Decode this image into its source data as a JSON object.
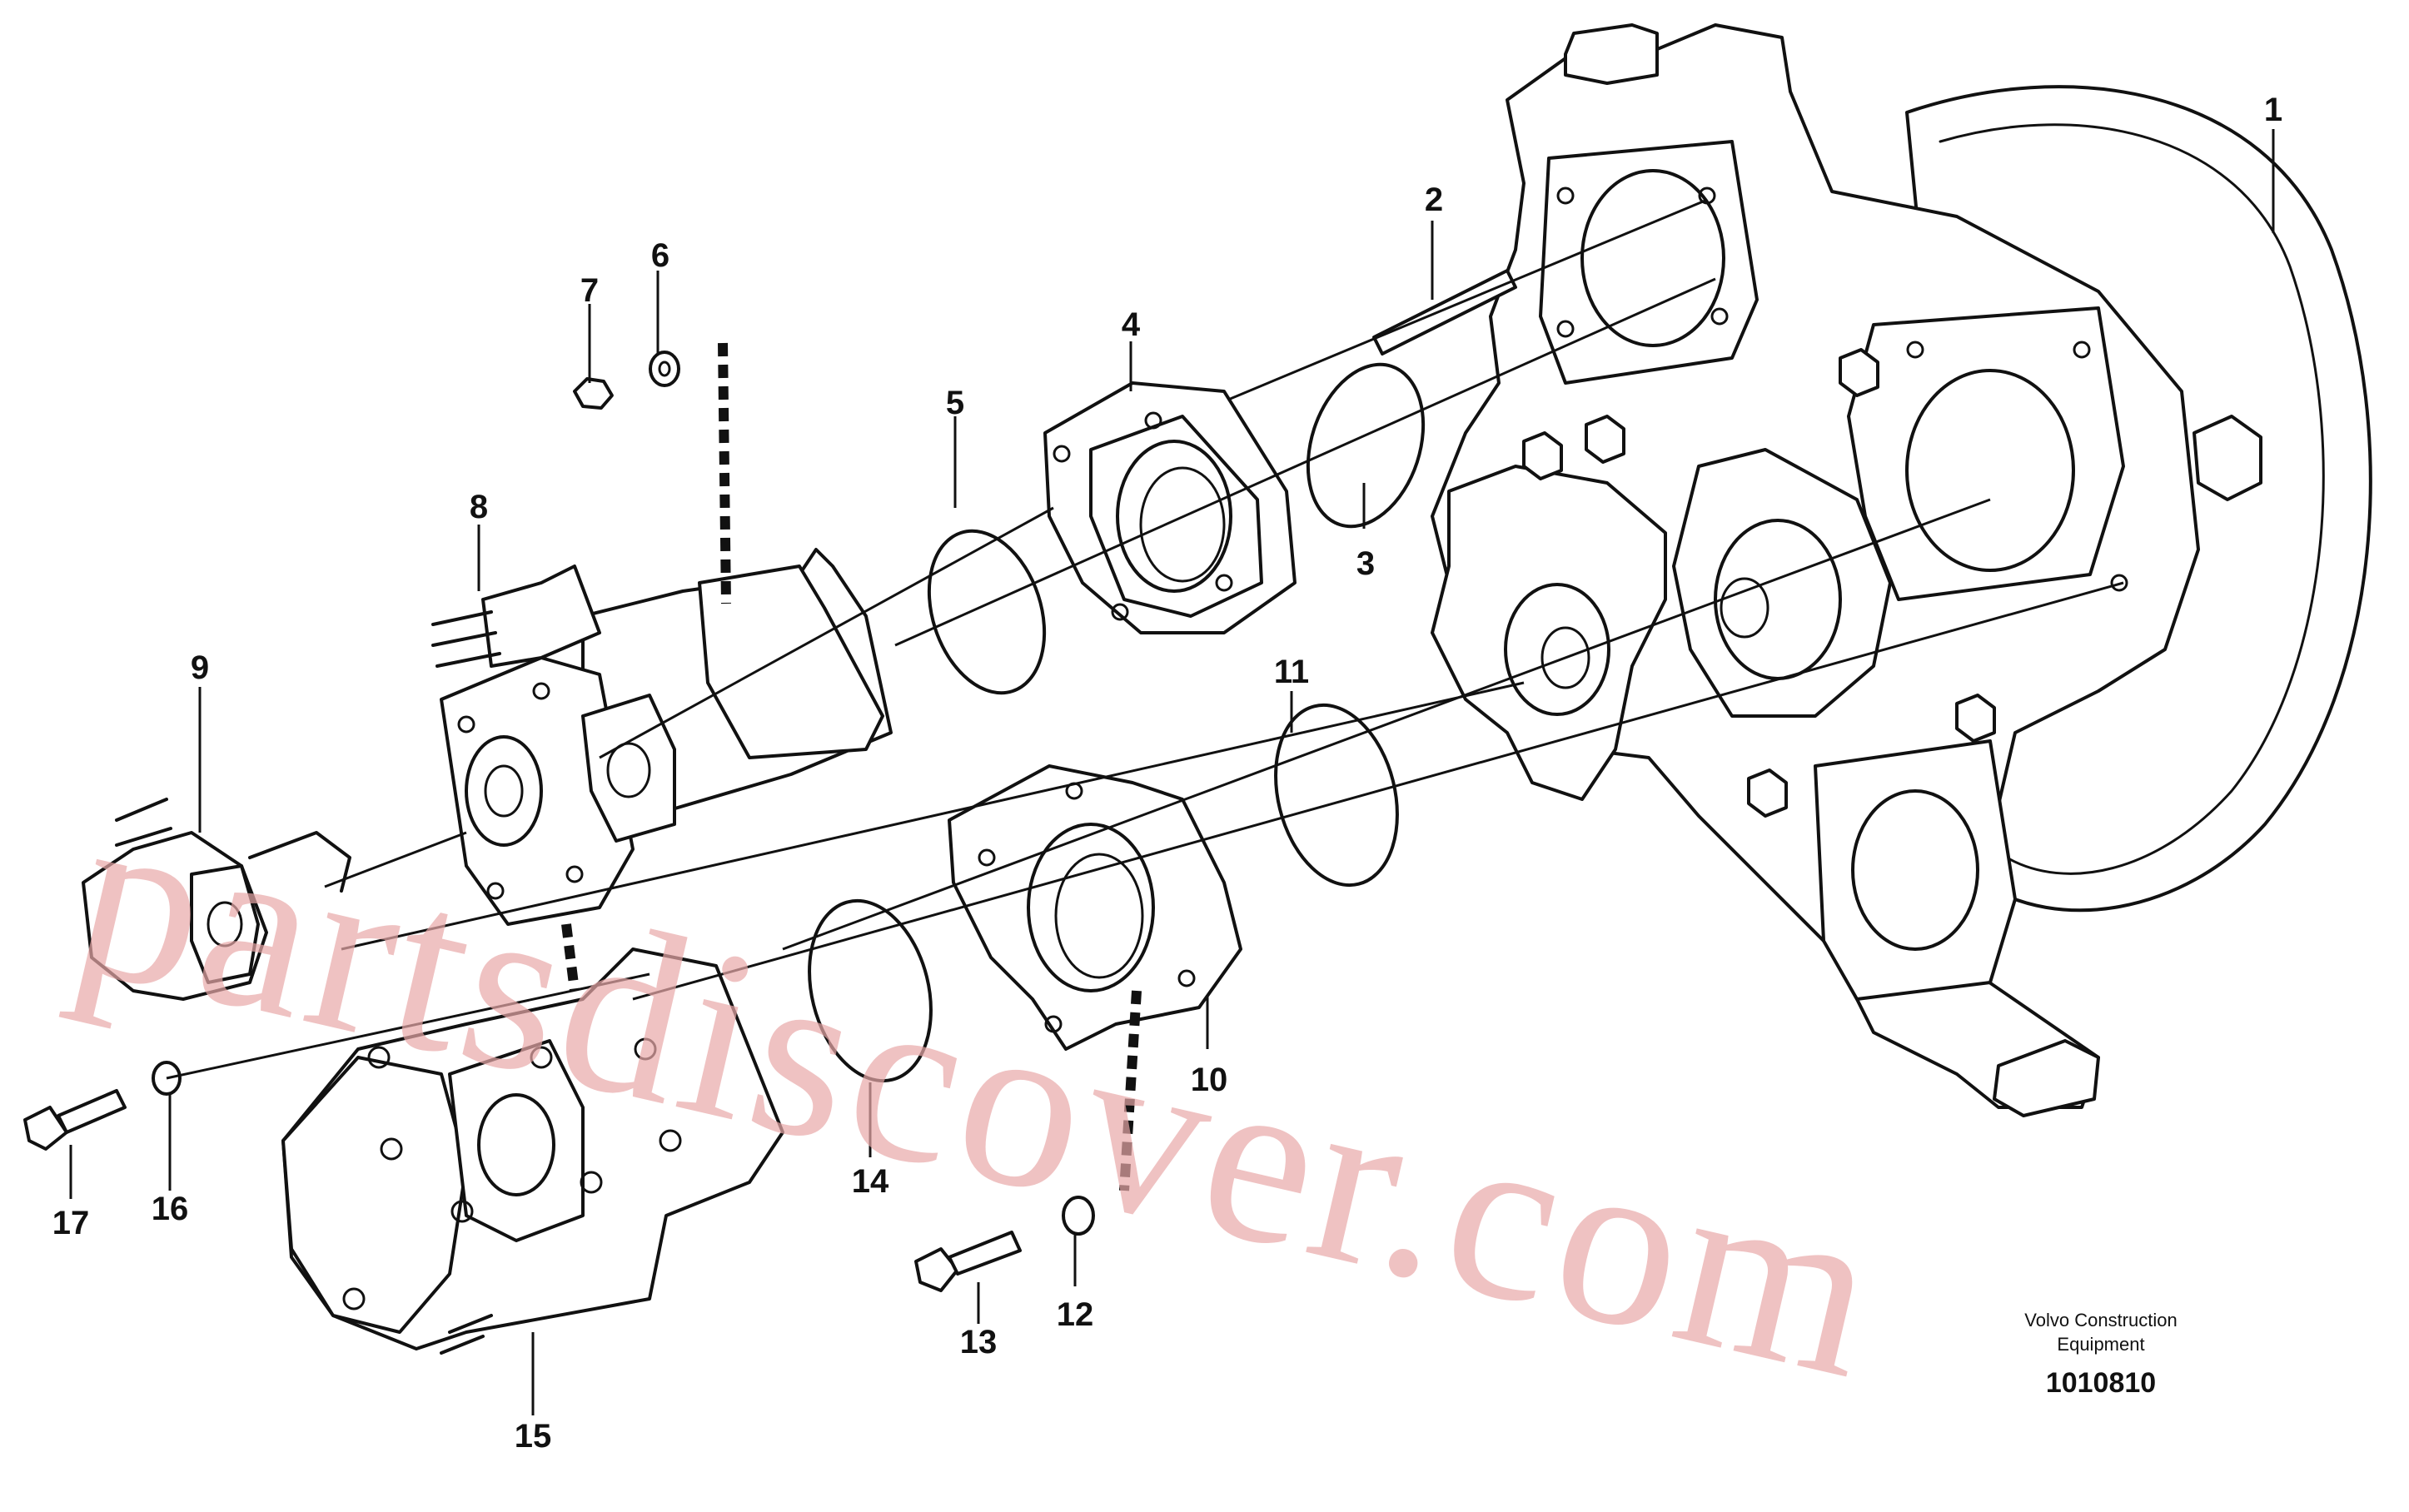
{
  "diagram": {
    "watermark": "partsdiscover.com",
    "credit_line1": "Volvo Construction",
    "credit_line2": "Equipment",
    "drawing_number": "1010810",
    "callouts": [
      {
        "id": "1",
        "label": "1"
      },
      {
        "id": "2",
        "label": "2"
      },
      {
        "id": "3",
        "label": "3"
      },
      {
        "id": "4",
        "label": "4"
      },
      {
        "id": "5",
        "label": "5"
      },
      {
        "id": "6",
        "label": "6"
      },
      {
        "id": "7",
        "label": "7"
      },
      {
        "id": "8",
        "label": "8"
      },
      {
        "id": "9",
        "label": "9"
      },
      {
        "id": "10",
        "label": "10"
      },
      {
        "id": "11",
        "label": "11"
      },
      {
        "id": "12",
        "label": "12"
      },
      {
        "id": "13",
        "label": "13"
      },
      {
        "id": "14",
        "label": "14"
      },
      {
        "id": "15",
        "label": "15"
      },
      {
        "id": "16",
        "label": "16"
      },
      {
        "id": "17",
        "label": "17"
      }
    ]
  }
}
